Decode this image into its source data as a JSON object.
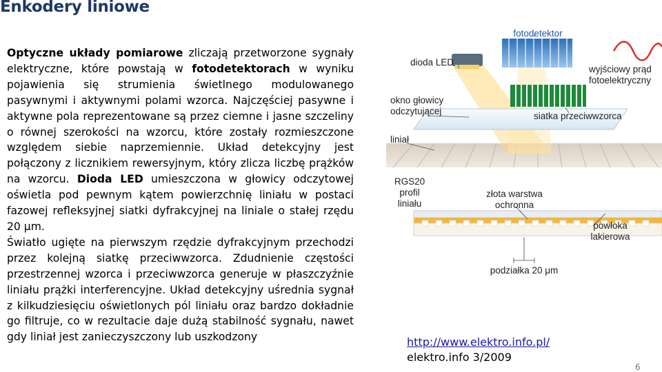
{
  "title": "Enkodery liniowe",
  "paragraph1": {
    "bold_lead": "Optyczne układy pomiarowe",
    "t1": " zliczają przetworzone sygnały elektryczne, które powstają w ",
    "bold_fotodetektorach": "fotodetektorach",
    "t2": " w wyniku pojawienia się strumienia świetlnego modulowanego pasywnymi i aktywnymi polami wzorca. Najczęściej pasywne i aktywne pola reprezentowane są przez ciemne i jasne szczeliny o równej szerokości na wzorcu, które zostały rozmieszczone względem siebie naprzemiennie. Układ detekcyjny jest połączony z licznikiem rewersyjnym, który zlicza liczbę prążków na wzorcu. ",
    "bold_dioda": "Dioda LED",
    "t3": " umieszczona w głowicy odczytowej oświetla pod pewnym kątem powierzchnię liniału w postaci fazowej refleksyjnej siatki dyfrakcyjnej na liniale o stałej rzędu 20 μm."
  },
  "paragraph2": "Światło ugięte na pierwszym rzędzie dyfrakcyjnym przechodzi przez kolejną siatkę przeciwwzorca. Zdudnienie częstości przestrzennej wzorca i przeciwwzorca generuje w płaszczyźnie liniału prążki interferencyjne. Układ detekcyjny uśrednia sygnał z kilkudziesięciu oświetlonych pól liniału oraz bardzo dokładnie go filtruje, co w rezultacie daje dużą stabilność sygnału, nawet gdy liniał jest zanieczyszczony lub uszkodzony",
  "figure": {
    "fotodetektor": "fotodetektor",
    "dioda_led": "dioda LED",
    "wyjsciowy_prad": "wyjściowy prąd fotoelektryczny",
    "okno_glowicy": "okno głowicy odczytującej",
    "linial": "liniał",
    "siatka": "siatka przeciwwzorca",
    "rgs20": "RGS20 profil liniału",
    "zlota_warstwa": "złota warstwa ochronna",
    "powloka": "powłoka lakierowa",
    "podzialka": "podziałka 20 μm"
  },
  "link": "http://www.elektro.info.pl/",
  "source": "elektro.info 3/2009",
  "page_number": "6"
}
